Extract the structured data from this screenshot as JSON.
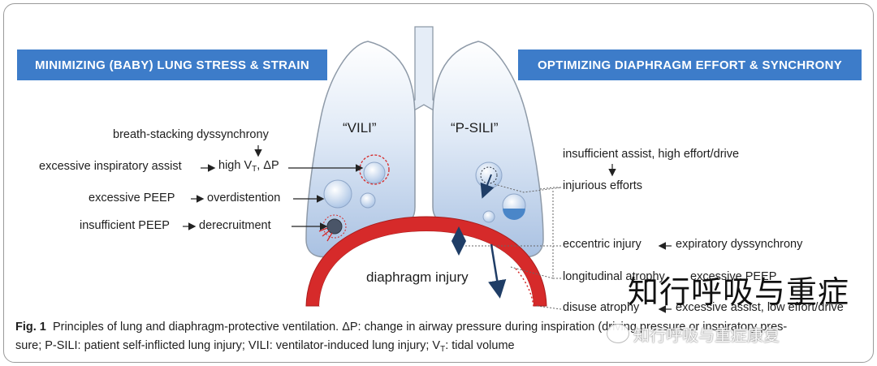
{
  "banners": {
    "left": "MINIMIZING (BABY) LUNG STRESS & STRAIN",
    "right": "OPTIMIZING DIAPHRAGM EFFORT & SYNCHRONY"
  },
  "lungs": {
    "left_label": "“VILI”",
    "right_label": "“P-SILI”",
    "diaphragm_label": "diaphragm injury"
  },
  "left_labels": {
    "breath_stacking": "breath-stacking dyssynchrony",
    "excessive_assist": "excessive inspiratory assist",
    "high_vt_prefix": "high V",
    "high_vt_sub": "T",
    "high_vt_suffix": ", ΔP",
    "excessive_peep": "excessive PEEP",
    "overdistention": "overdistention",
    "insufficient_peep": "insufficient PEEP",
    "derecruitment": "derecruitment"
  },
  "right_labels": {
    "insufficient_assist": "insufficient assist, high effort/drive",
    "injurious_efforts": "injurious efforts",
    "eccentric_injury": "eccentric injury",
    "expiratory_dyssynchrony": "expiratory dyssynchrony",
    "longitudinal_atrophy": "longitudinal atrophy",
    "excessive_peep": "excessive PEEP",
    "disuse_atrophy": "disuse atrophy",
    "excessive_assist_low": "excessive assist, low effort/drive"
  },
  "caption": {
    "fig_label": "Fig. 1",
    "line1": "Principles of lung and diaphragm-protective ventilation. ΔP: change in airway pressure during inspiration (driving pressure or inspiratory pres-",
    "line2_a": "sure; P-SILI: patient self-inflicted lung injury; VILI: ventilator-induced lung injury; V",
    "line2_sub": "T",
    "line2_b": ": tidal volume"
  },
  "watermark": {
    "big": "知行呼吸与重症",
    "small": "知行呼吸与重症康复"
  },
  "colors": {
    "banner": "#3d7cc9",
    "lung_fill": "#b9cde9",
    "lung_stroke": "#8e9aa8",
    "diaphragm": "#d62a2a",
    "arrow_navy": "#1f3d66"
  }
}
